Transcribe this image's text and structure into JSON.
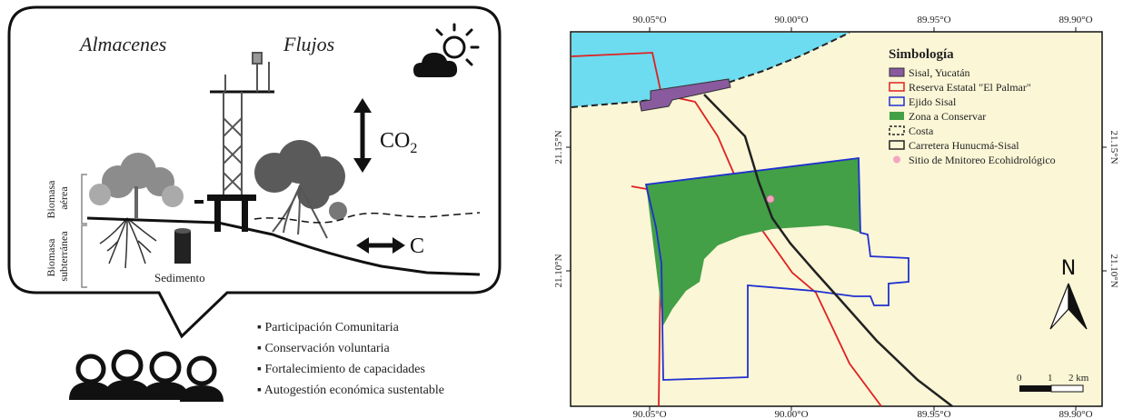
{
  "left": {
    "stores_label": "Almacenes",
    "fluxes_label": "Flujos",
    "co2_label": "CO",
    "co2_sub": "2",
    "carbon_label": "C",
    "aboveground_label_1": "Biomasa",
    "aboveground_label_2": "aérea",
    "belowground_label_1": "Biomasa",
    "belowground_label_2": "subterránea",
    "sediment_label": "Sedimento",
    "bullets": [
      "Participación Comunitaria",
      "Conservación voluntaria",
      "Fortalecimiento de capacidades",
      "Autogestión económica sustentable"
    ]
  },
  "map": {
    "top_ticks": [
      "90.05°O",
      "90.00°O",
      "89.95°O",
      "89.90°O"
    ],
    "bottom_ticks": [
      "90.05°O",
      "90.00°O",
      "89.95°O",
      "89.90°O"
    ],
    "left_ticks": [
      "21.15°N",
      "21.10°N"
    ],
    "right_ticks": [
      "21.15°N",
      "21.10°N"
    ],
    "legend_title": "Simbología",
    "legend_items": [
      {
        "label": "Sisal, Yucatán",
        "color": "#8a5a9e",
        "kind": "fill"
      },
      {
        "label": "Reserva Estatal \"El Palmar\"",
        "color": "#e02020",
        "kind": "outline"
      },
      {
        "label": "Ejido Sisal",
        "color": "#2030d0",
        "kind": "outline"
      },
      {
        "label": "Zona a Conservar",
        "color": "#43a047",
        "kind": "fill"
      },
      {
        "label": "Costa",
        "color": "#222222",
        "kind": "dashed"
      },
      {
        "label": "Carretera Hunucmá-Sisal",
        "color": "#222222",
        "kind": "outline"
      },
      {
        "label": "Sitio de Mnitoreo Ecohidrológico",
        "color": "#f4a6c1",
        "kind": "point"
      }
    ],
    "north_label": "N",
    "scale_labels": [
      "0",
      "1",
      "2 km"
    ],
    "colors": {
      "land": "#fbf6d6",
      "sea": "#6ddbf0",
      "town": "#8a5a9e",
      "reserve": "#e02020",
      "ejido": "#2030d0",
      "conserve": "#43a047",
      "road": "#222222",
      "site": "#f4a6c1"
    }
  }
}
